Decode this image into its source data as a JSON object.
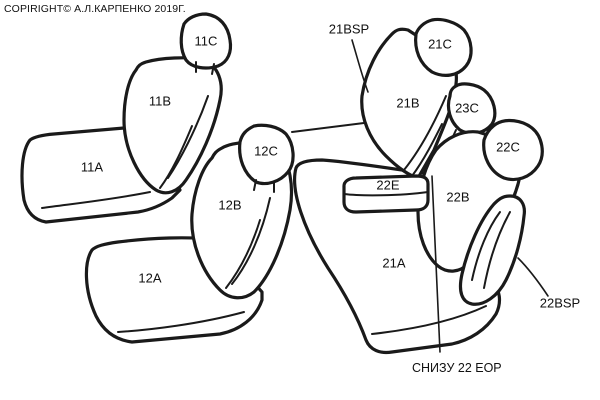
{
  "copyright": "COPIRIGHT© А.Л.КАРПЕНКО 2019Г.",
  "labels": {
    "p11C": "11C",
    "p11B": "11B",
    "p11A": "11A",
    "p12C": "12C",
    "p12B": "12B",
    "p12A": "12A",
    "p21C": "21C",
    "p21BSP": "21BSP",
    "p21B": "21B",
    "p23C": "23C",
    "p22C": "22C",
    "p22E": "22E",
    "p22B": "22B",
    "p21A": "21A",
    "p22BSP": "22BSP",
    "note": "СНИЗУ 22 ЕОР"
  }
}
